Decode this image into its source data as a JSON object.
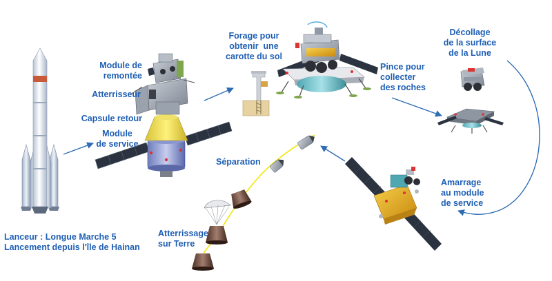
{
  "labels": {
    "launcher": "Lanceur : Longue Marche 5\nLancement depuis l'île de Hainan",
    "ascent_module": "Module de\nremontée",
    "lander": "Atterrisseur",
    "return_capsule": "Capsule retour",
    "service_module": "Module\nde service",
    "drilling": "Forage pour\nobtenir  une\ncarotte du sol",
    "claw": "Pince pour\ncollecter\ndes roches",
    "takeoff": "Décollage\nde la surface\nde la Lune",
    "docking": "Amarrage\nau module\nde service",
    "separation": "Séparation",
    "landing": "Atterrissage\nsur Terre"
  },
  "colors": {
    "label_text": "#1f5fb4",
    "arrow": "#2e6db3",
    "trajectory": "#f2e600",
    "solar_panel": "#2b3340",
    "gold_foil": "#e8b020",
    "rocket_body": "#e6eaf0"
  }
}
